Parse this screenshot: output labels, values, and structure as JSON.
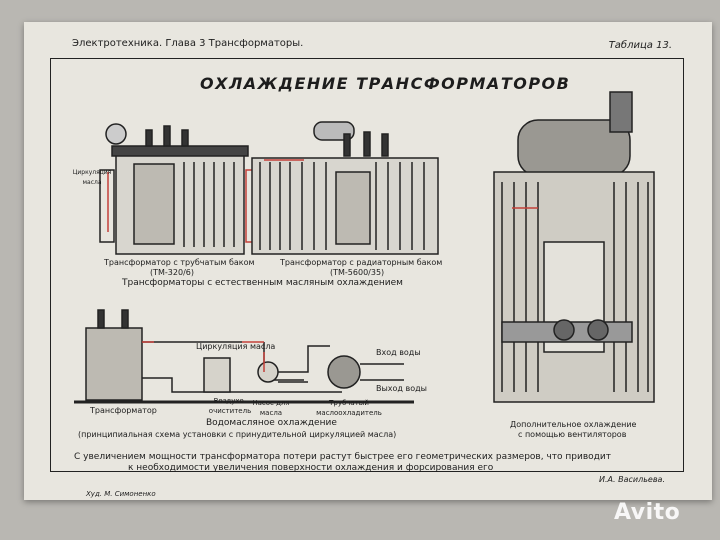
{
  "header": {
    "left": "Электротехника. Глава 3  Трансформаторы.",
    "right": "Таблица 13."
  },
  "title": "ОХЛАЖДЕНИЕ ТРАНСФОРМАТОРОВ",
  "labels": {
    "oil_circulation": "Циркуляция масла",
    "tubular": "Трансформатор с трубчатым баком",
    "tubular_model": "(ТМ-320/6)",
    "radiator": "Трансформатор с радиаторным баком",
    "radiator_model": "(ТМ-5600/35)",
    "natural": "Трансформаторы с естественным масляным охлаждением",
    "oil_circ_2": "Циркуляция масла",
    "water_in": "Вход воды",
    "water_out": "Выход воды",
    "transformer": "Трансформатор",
    "air_cleaner": "Воздухо-очиститель",
    "pump": "Насос для масла",
    "cooler": "Трубчатый маслоохладитель",
    "water_oil": "Водомасляное охлаждение",
    "water_oil_sub": "(принципиальная схема установки с принудительной циркуляцией масла)",
    "additional": "Дополнительное охлаждение",
    "additional_2": "с помощью вентиляторов"
  },
  "note_line1": "С увеличением мощности трансформатора потери растут быстрее его геометрических размеров, что приводит",
  "note_line2": "к необходимости увеличения поверхности охлаждения и форсирования его",
  "author": "И.А. Васильева.",
  "artist": "Худ. М. Симоненко",
  "watermark": "Avito",
  "colors": {
    "ink": "#1d1d1d",
    "accent": "#c4403a",
    "paper": "#e8e6df"
  }
}
